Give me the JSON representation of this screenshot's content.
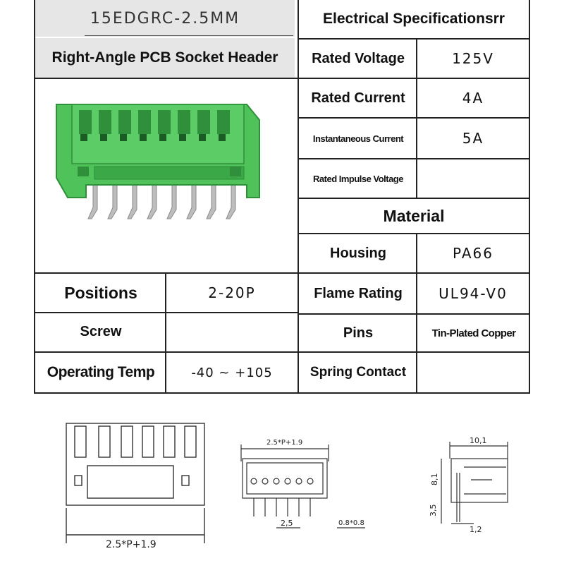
{
  "header": {
    "model": "15EDGRC-2.5MM",
    "product_name": "Right-Angle PCB Socket Header",
    "elec_title": "Electrical Specificationsrr"
  },
  "electrical": {
    "rated_voltage_label": "Rated Voltage",
    "rated_voltage_value": "125V",
    "rated_current_label": "Rated Current",
    "rated_current_value": "4A",
    "instant_current_label": "Instantaneous Current",
    "instant_current_value": "5A",
    "impulse_label": "Rated Impulse Voltage",
    "impulse_value": ""
  },
  "material": {
    "title": "Material",
    "housing_label": "Housing",
    "housing_value": "PA66",
    "flame_label": "Flame Rating",
    "flame_value": "UL94-V0",
    "pins_label": "Pins",
    "pins_value": "Tin-Plated Copper",
    "spring_label": "Spring Contact",
    "spring_value": ""
  },
  "general": {
    "positions_label": "Positions",
    "positions_value": "2-20P",
    "screw_label": "Screw",
    "screw_value": "",
    "temp_label": "Operating Temp",
    "temp_value": "-40 ~ +105"
  },
  "drawing": {
    "pitch_formula": "2.5*P+1.9",
    "pitch": "2,5",
    "pin_size": "0.8*0.8",
    "width": "10,1",
    "height": "8,1",
    "pin_length": "3,5",
    "offset": "1,2"
  },
  "colors": {
    "housing_green": "#4fc25a",
    "housing_dark": "#2f8f3a",
    "pin_metal": "#b9b9b9"
  }
}
